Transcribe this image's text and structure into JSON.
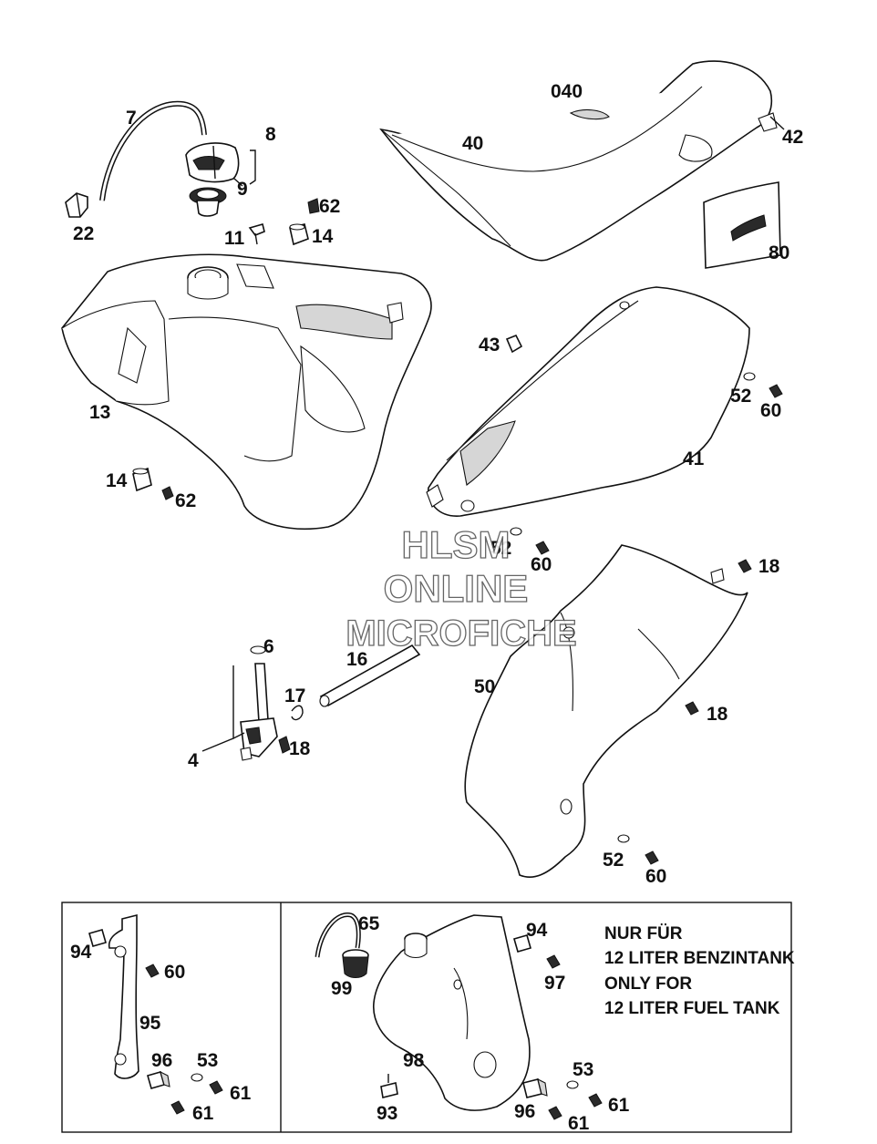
{
  "labels": {
    "l040": "040",
    "l40": "40",
    "l42": "42",
    "l7": "7",
    "l8": "8",
    "l9": "9",
    "l22": "22",
    "l62a": "62",
    "l11": "11",
    "l14a": "14",
    "l80": "80",
    "l13": "13",
    "l43": "43",
    "l52a": "52",
    "l60a": "60",
    "l41": "41",
    "l14b": "14",
    "l62b": "62",
    "l52b": "52",
    "l60b": "60",
    "l18a": "18",
    "l6": "6",
    "l16": "16",
    "l50": "50",
    "l17": "17",
    "l18b": "18",
    "l4": "4",
    "l18c": "18",
    "l52c": "52",
    "l60c": "60",
    "l94a": "94",
    "l60d": "60",
    "l95": "95",
    "l96a": "96",
    "l53a": "53",
    "l61a": "61",
    "l61b": "61",
    "l65": "65",
    "l94b": "94",
    "l97": "97",
    "l99": "99",
    "l98": "98",
    "l53b": "53",
    "l93": "93",
    "l61c": "61",
    "l96b": "96",
    "l61d": "61"
  },
  "note": {
    "line1": "NUR FÜR",
    "line2": "12 LITER BENZINTANK",
    "line3": "ONLY FOR",
    "line4": "12 LITER FUEL TANK"
  },
  "watermark": {
    "line1": "HLSM",
    "line2": "ONLINE",
    "line3": "MICROFICHE"
  }
}
